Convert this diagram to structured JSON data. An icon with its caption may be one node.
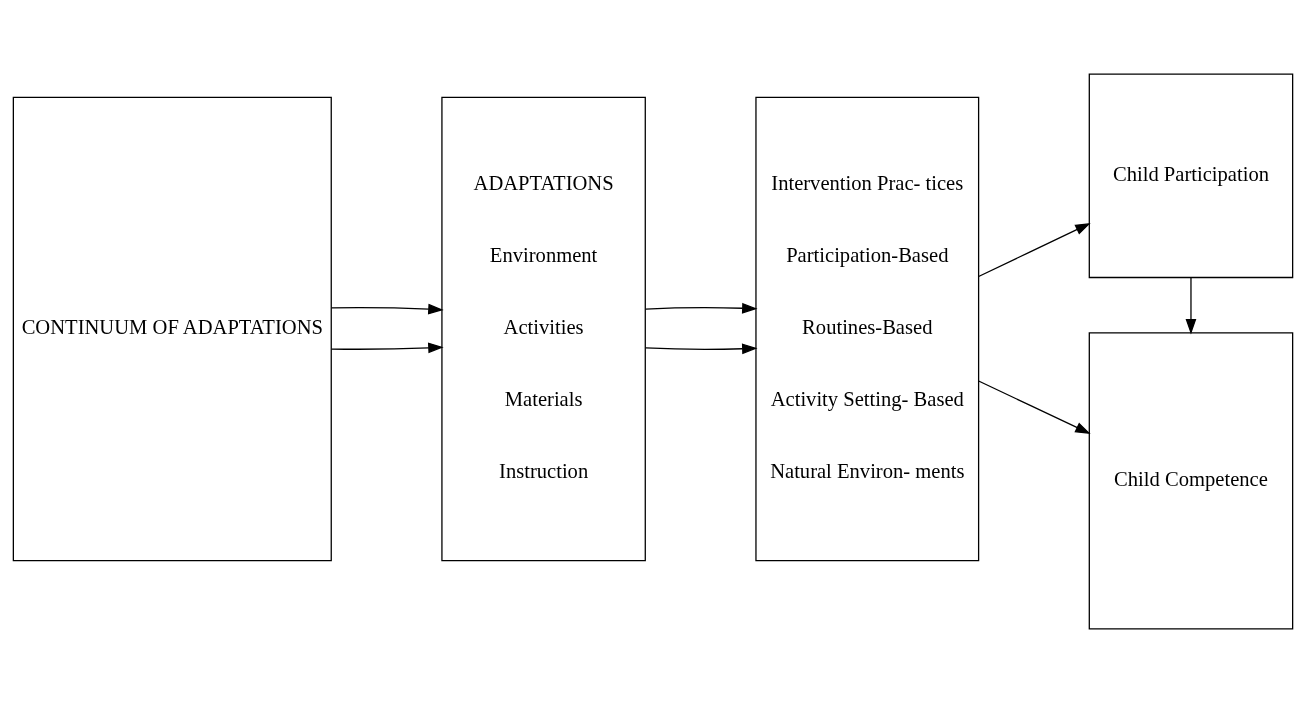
{
  "diagram": {
    "nodes": [
      {
        "text": [
          "CONTINUUM OF ADAPTATIONS"
        ]
      },
      {
        "text": [
          "ADAPTATIONS",
          "Environment",
          "Activities",
          "Materials",
          "Instruction"
        ]
      },
      {
        "text": [
          "Intervention Prac- tices",
          "Participation-Based",
          "Routines-Based",
          "Activity Setting- Based",
          "Natural Environ- ments"
        ]
      },
      {
        "text": [
          "Child Participation"
        ]
      },
      {
        "text": [
          "Child Competence"
        ]
      }
    ],
    "edges": [
      {
        "from": 0,
        "to": 1,
        "arrow": "to"
      },
      {
        "from": 0,
        "to": 1,
        "arrow": "to"
      },
      {
        "from": 1,
        "to": 2,
        "arrow": "to"
      },
      {
        "from": 1,
        "to": 2,
        "arrow": "to"
      },
      {
        "from": 2,
        "to": 3,
        "arrow": "to"
      },
      {
        "from": 2,
        "to": 4,
        "arrow": "to"
      },
      {
        "from": 3,
        "to": 4,
        "arrow": "to"
      }
    ]
  }
}
